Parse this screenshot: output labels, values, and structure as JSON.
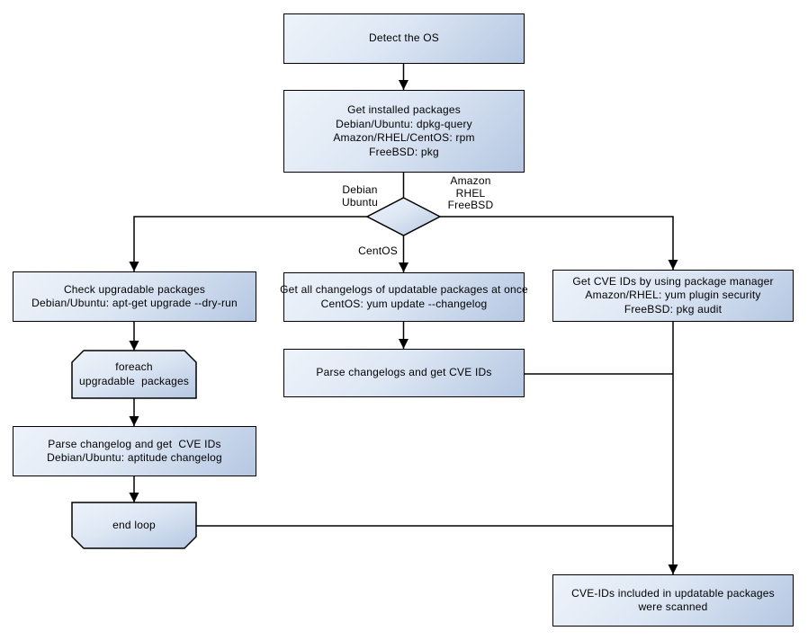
{
  "colors": {
    "node_fill_light": "#eef3fa",
    "node_fill_dark": "#b5c7e2",
    "node_border": "#000000",
    "connector": "#000000",
    "background": "#ffffff",
    "text": "#000000"
  },
  "nodes": {
    "detect_os": {
      "lines": [
        "Detect the OS"
      ]
    },
    "get_installed_packages": {
      "lines": [
        "Get installed packages",
        "Debian/Ubuntu: dpkg-query",
        "Amazon/RHEL/CentOS: rpm",
        "FreeBSD: pkg"
      ]
    },
    "check_upgradable": {
      "lines": [
        "Check upgradable packages",
        "Debian/Ubuntu: apt-get upgrade --dry-run"
      ]
    },
    "foreach_loop": {
      "lines": [
        "foreach",
        "upgradable  packages"
      ]
    },
    "parse_changelog_debian": {
      "lines": [
        "Parse changelog and get  CVE IDs",
        "Debian/Ubuntu: aptitude changelog"
      ]
    },
    "end_loop": {
      "lines": [
        "end loop"
      ]
    },
    "get_all_changelogs": {
      "lines": [
        "Get all changelogs of updatable packages at once",
        "CentOS: yum update --changelog"
      ]
    },
    "parse_changelogs_centos": {
      "lines": [
        "Parse changelogs and get CVE IDs"
      ]
    },
    "get_cve_package_manager": {
      "lines": [
        "Get CVE IDs by using package manager",
        "Amazon/RHEL: yum plugin security",
        "FreeBSD: pkg audit"
      ]
    },
    "result_scanned": {
      "lines": [
        "CVE-IDs included in updatable packages",
        "were scanned"
      ]
    }
  },
  "edge_labels": {
    "debian_branch": {
      "lines": [
        "Debian",
        "Ubuntu"
      ]
    },
    "rhel_branch": {
      "lines": [
        "Amazon",
        "RHEL",
        "FreeBSD"
      ]
    },
    "centos_branch": {
      "lines": [
        "CentOS"
      ]
    }
  }
}
